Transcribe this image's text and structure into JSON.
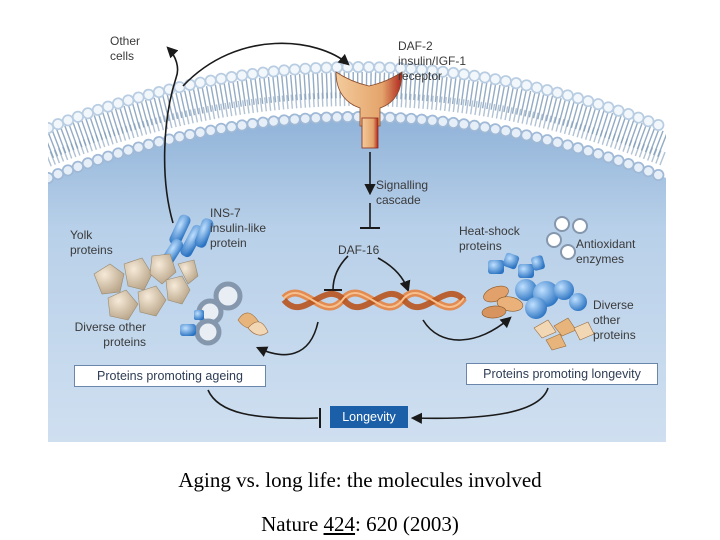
{
  "labels": {
    "other_cells": "Other\ncells",
    "receptor": "DAF-2\ninsulin/IGF-1\nreceptor",
    "signalling": "Signalling\ncascade",
    "ins7": "INS-7\ninsulin-like\nprotein",
    "yolk": "Yolk\nproteins",
    "daf16": "DAF-16",
    "heat_shock": "Heat-shock\nproteins",
    "antioxidant": "Antioxidant\nenzymes",
    "diverse_right": "Diverse\nother\nproteins",
    "diverse_left": "Diverse other\nproteins"
  },
  "boxes": {
    "ageing": "Proteins promoting ageing",
    "longevity_proteins": "Proteins promoting longevity",
    "longevity": "Longevity"
  },
  "caption": {
    "title": "Aging vs. long life: the molecules involved",
    "journal": "Nature",
    "volume": "424",
    "pages": ": 620 (2003)"
  },
  "colors": {
    "cytoplasm": "#b7cfe8",
    "membrane_head": "#dfeaf5",
    "receptor": "#e9b27c",
    "receptor_dark": "#b0261e",
    "longevity_box": "#1b5fa8",
    "dna_orange": "#e4874a"
  }
}
